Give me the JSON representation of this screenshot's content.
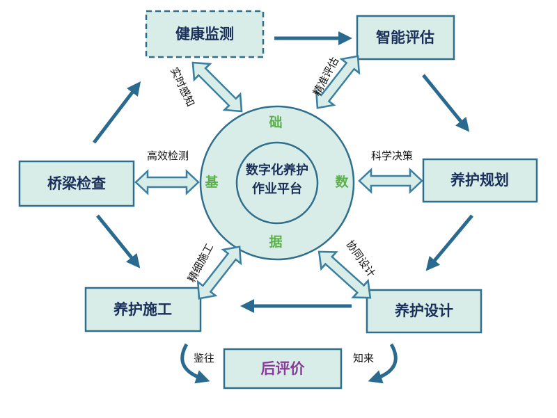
{
  "nodes": {
    "health": "健康监测",
    "assess": "智能评估",
    "inspect": "桥梁检查",
    "plan": "养护规划",
    "construct": "养护施工",
    "design": "养护设计",
    "post": "后评价"
  },
  "center": {
    "line1": "数字化养护",
    "line2": "作业平台"
  },
  "ring_chars": {
    "top": "础",
    "left": "基",
    "right": "数",
    "bottom": "据"
  },
  "links": {
    "health": "实时感知",
    "assess": "精准评估",
    "inspect": "高效检测",
    "plan": "科学决策",
    "construct": "精细施工",
    "design": "协同设计",
    "left_loop": "鉴往",
    "right_loop": "知来"
  },
  "colors": {
    "center_text": "#c8232c",
    "ring_text": "#5bb04a",
    "post_text": "#8b3a9c"
  }
}
